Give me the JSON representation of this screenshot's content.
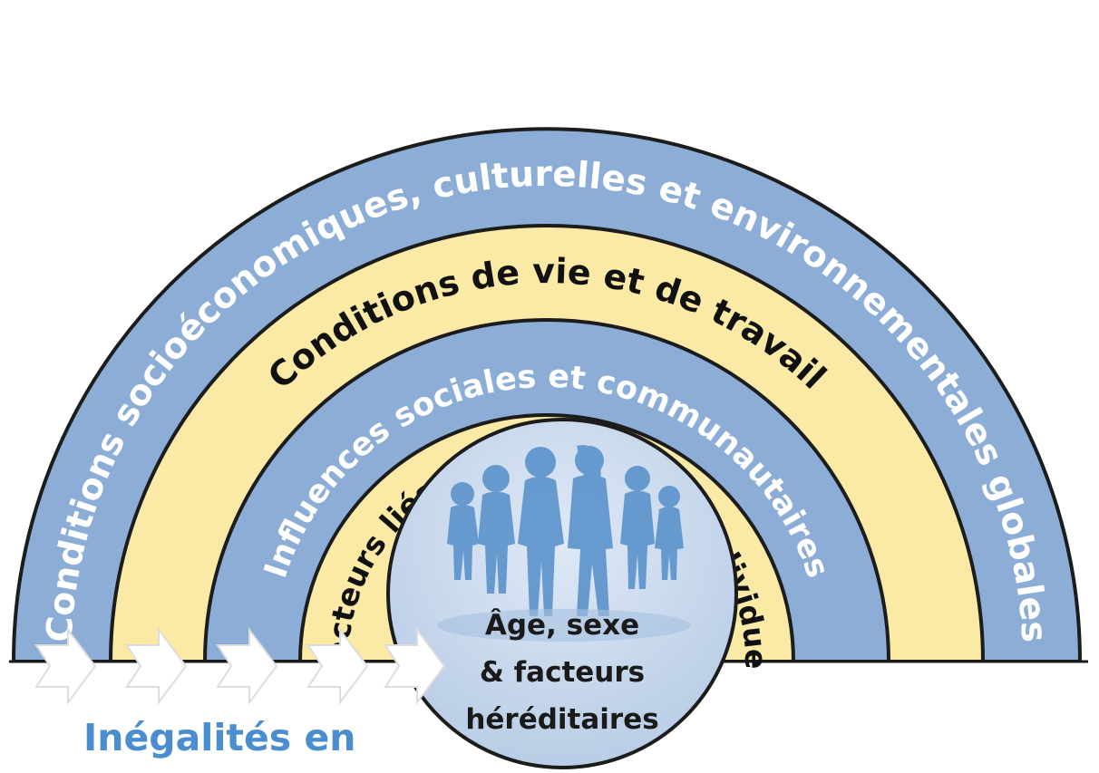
{
  "layers": {
    "outer": "Conditions socioéconomiques, culturelles et environnementales globales",
    "living": "Conditions de vie et de travail",
    "social": "Influences sociales et communautaires",
    "lifestyle": "Facteurs liés au mode de vie individuel"
  },
  "center": {
    "line1": "Âge, sexe",
    "line2": "& facteurs",
    "line3": "héréditaires"
  },
  "bottom_label": "Inégalités en",
  "colors": {
    "blue_band": "#8badd6",
    "yellow_band": "#fbe9a6",
    "center_fill": "#c9d9ee",
    "people": "#5b93cc",
    "arrow": "#ffffff",
    "bottom_text": "#4a8ed0"
  },
  "icons": [
    "arrow-right-icon",
    "people-silhouette-icon"
  ]
}
